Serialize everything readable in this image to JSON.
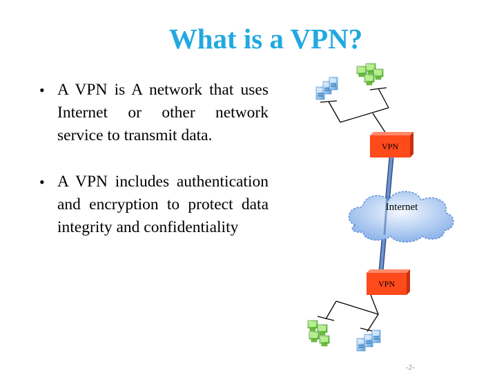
{
  "slide": {
    "title": "What is a VPN?",
    "bullets": [
      "A VPN is A network that uses Internet or other network service to transmit  data.",
      "A VPN includes authentication and encryption to protect data integrity and confidentiality"
    ],
    "page_number": "-2-"
  },
  "diagram": {
    "top_vpn_label": "VPN",
    "bottom_vpn_label": "VPN",
    "cloud_label": "Internet",
    "colors": {
      "title": "#22a8e0",
      "vpn_box": "#ff4a1c",
      "cloud": "#a9c9f2",
      "link": "#5a7fb8"
    },
    "icons": [
      "computer-icon-green",
      "computer-icon-blue",
      "cloud-icon"
    ]
  }
}
